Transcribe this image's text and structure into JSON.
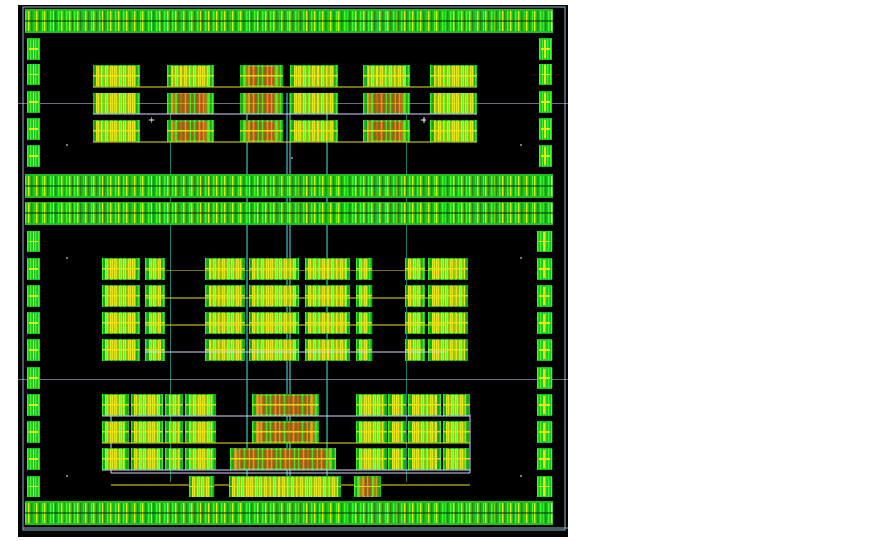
{
  "colors": {
    "background": "#000000",
    "page": "#ffffff",
    "green": "#1fbf1f",
    "bright_green": "#3cff2a",
    "yellow": "#e6e61a",
    "orange": "#d49a1a",
    "red": "#b03a1a",
    "cyan_route": "#38c8c8",
    "white_route": "#d8d8ff",
    "die_border": "#8fb4c8"
  },
  "layers": [
    "metal1",
    "metal2",
    "poly",
    "diffusion",
    "contact",
    "route"
  ],
  "icons": [
    "crosshair-marker"
  ]
}
